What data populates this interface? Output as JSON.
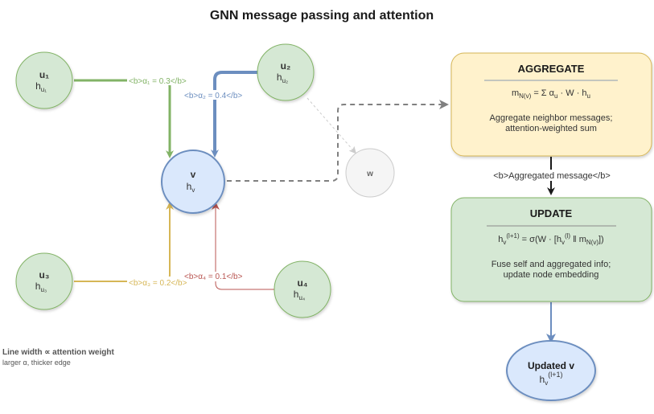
{
  "title": "GNN message passing and attention",
  "nodes": {
    "u1": {
      "name": "u₁",
      "feature": "h",
      "feature_sub": "u₁"
    },
    "u2": {
      "name": "u₂",
      "feature": "h",
      "feature_sub": "u₂"
    },
    "u3": {
      "name": "u₃",
      "feature": "h",
      "feature_sub": "u₃"
    },
    "u4": {
      "name": "u₄",
      "feature": "h",
      "feature_sub": "u₄"
    },
    "v": {
      "name": "v",
      "feature": "h",
      "feature_sub": "v"
    },
    "w": {
      "name": "w"
    }
  },
  "edges": {
    "e1": {
      "label": "<b>α₁ = 0.3</b>",
      "weight": 0.3,
      "color": "#82b366"
    },
    "e2": {
      "label": "<b>α₂ = 0.4</b>",
      "weight": 0.4,
      "color": "#6c8ebf"
    },
    "e3": {
      "label": "<b>α₃ = 0.2</b>",
      "weight": 0.2,
      "color": "#d6b656"
    },
    "e4": {
      "label": "<b>α₄ = 0.1</b>",
      "weight": 0.1,
      "color": "#b85450"
    }
  },
  "aggregate": {
    "title": "AGGREGATE",
    "formula_m": "m",
    "formula_m_sub": "N(v)",
    "formula_rest1": " = Σ α",
    "formula_a_sub": "u",
    "formula_rest2": " · W · h",
    "formula_h_sub": "u",
    "desc_line1": "Aggregate neighbor messages;",
    "desc_line2": "attention-weighted sum"
  },
  "agg_edge_label": "<b>Aggregated message</b>",
  "update": {
    "title": "UPDATE",
    "f_h": "h",
    "f_v_sub": "v",
    "f_l1_sup": "(l+1)",
    "f_mid": " = σ(W · [h",
    "f_v_sub2": "v",
    "f_l_sup": "(l)",
    "f_concat": " ‖ m",
    "f_n_sub": "N(v)",
    "f_end": "])",
    "desc_line1": "Fuse self and aggregated info;",
    "desc_line2": "update node embedding"
  },
  "output_node": {
    "name": "Updated v",
    "feature": "h",
    "feature_sub": "v",
    "feature_sup": "(l+1)"
  },
  "note": {
    "line1": "Line width ∝ attention weight",
    "line2": "larger α, thicker edge"
  }
}
